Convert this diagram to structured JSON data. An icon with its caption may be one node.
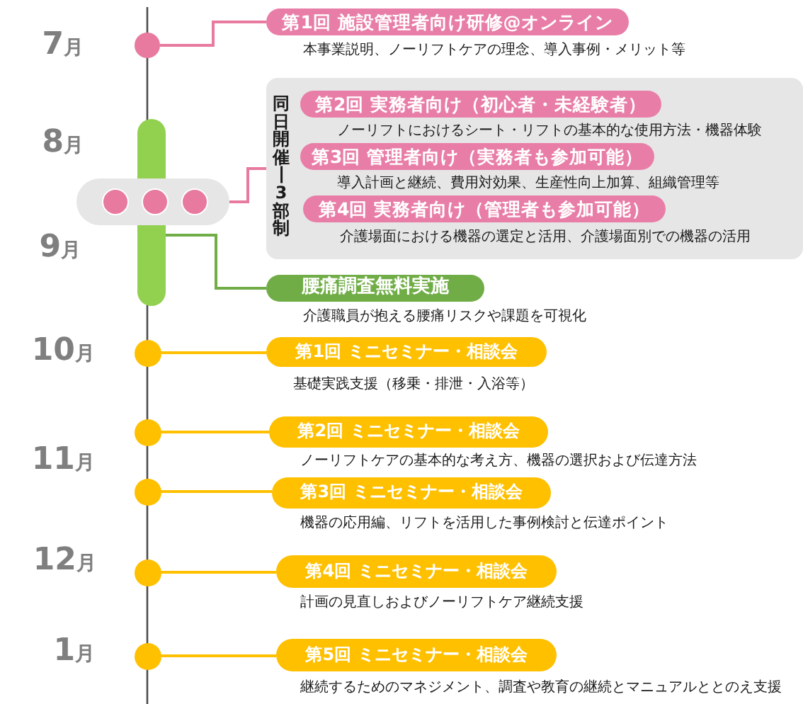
{
  "diagram": {
    "nodes": [
      {
        "text": [],
        "shape": "circle"
      },
      {
        "text": [
          "第1回 施設管理者向け研修@オンライン"
        ],
        "beside": [
          "本事業説明、ノーリフトケアの理念、導入事例・メリット等"
        ]
      },
      {
        "text": [],
        "shape": "bar"
      },
      {
        "text": [],
        "shape": "capsule"
      },
      {
        "text": [],
        "shape": "circle",
        "in": 3
      },
      {
        "text": [],
        "shape": "circle"
      },
      {
        "text": [],
        "shape": "circle",
        "in": 3
      },
      {
        "text": [
          "同日開催―3部制"
        ]
      },
      {
        "text": [
          "第2回 実務者向け（初心者・未経験者）"
        ],
        "beside": [
          "ノーリフトにおけるシート・リフトの基本的な使用方法・機器体験"
        ],
        "in": 7
      },
      {
        "text": [
          "第3回 管理者向け（実務者も参加可能）"
        ],
        "beside": [
          "導入計画と継続、費用対効果、生産性向上加算、組織管理等"
        ],
        "in": 7
      },
      {
        "text": [
          "第4回 実務者向け（管理者も参加可能）"
        ],
        "beside": [
          "介護場面における機器の選定と活用、介護場面別での機器の活用"
        ],
        "in": 7
      },
      {
        "text": [
          "腰痛調査無料実施"
        ],
        "beside": [
          "介護職員が抱える腰痛リスクや課題を可視化"
        ]
      },
      {
        "text": [],
        "shape": "circle"
      },
      {
        "text": [
          "第1回 ミニセミナー・相談会"
        ],
        "beside": [
          "基礎実践支援（移乗・排泄・入浴等）"
        ]
      },
      {
        "text": [],
        "shape": "circle"
      },
      {
        "text": [
          "第2回 ミニセミナー・相談会"
        ],
        "beside": [
          "ノーリフトケアの基本的な考え方、機器の選択および伝達方法"
        ]
      },
      {
        "text": [],
        "shape": "circle"
      },
      {
        "text": [
          "第3回 ミニセミナー・相談会"
        ],
        "beside": [
          "機器の応用編、リフトを活用した事例検討と伝達ポイント"
        ]
      },
      {
        "text": [],
        "shape": "circle"
      },
      {
        "text": [
          "第4回 ミニセミナー・相談会"
        ],
        "beside": [
          "計画の見直しおよびノーリフトケア継続支援"
        ]
      },
      {
        "text": [],
        "shape": "circle"
      },
      {
        "text": [
          "第5回 ミニセミナー・相談会"
        ],
        "beside": [
          "継続するためのマネジメント、調査や教育の継続とマニュアルととのえ支援"
        ]
      }
    ],
    "edges": [
      {
        "from": 0,
        "to": 1,
        "arrow": "none",
        "color": "#e8799f"
      },
      {
        "from": 3,
        "to": 7,
        "arrow": "none",
        "color": "#e8799f"
      },
      {
        "from": 2,
        "to": 11,
        "arrow": "none",
        "color": "#70ad47"
      },
      {
        "from": 12,
        "to": 13,
        "arrow": "none"
      },
      {
        "from": 14,
        "to": 15,
        "arrow": "none"
      },
      {
        "from": 16,
        "to": 17,
        "arrow": "none"
      },
      {
        "from": 18,
        "to": 19,
        "arrow": "none"
      },
      {
        "from": 20,
        "to": 21,
        "arrow": "none"
      }
    ],
    "labels": [
      "7月",
      "8月",
      "9月",
      "10月",
      "11月",
      "12月",
      "1月"
    ]
  }
}
